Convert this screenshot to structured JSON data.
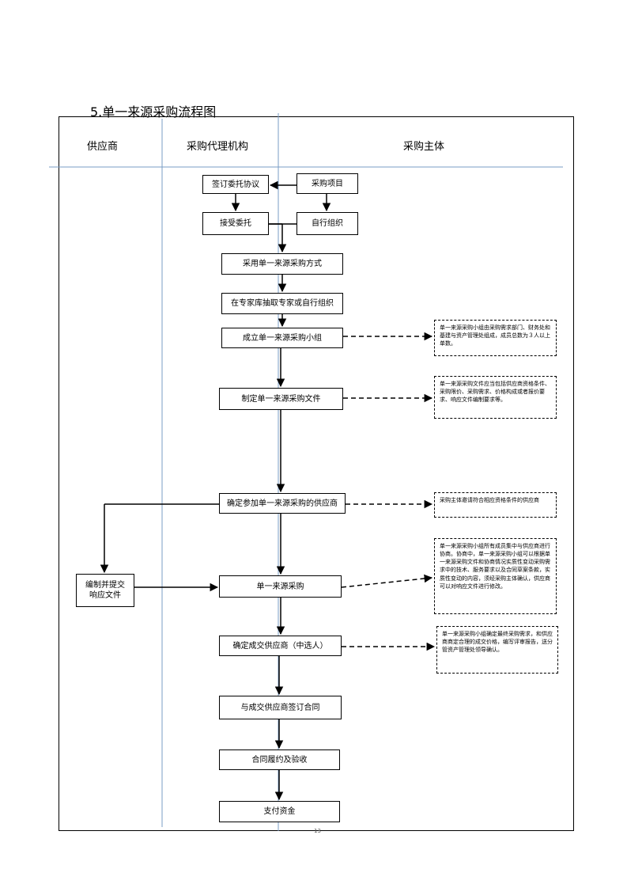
{
  "title": "5.单一来源采购流程图",
  "columns": {
    "supplier": "供应商",
    "agency": "采购代理机构",
    "purchaser": "采购主体"
  },
  "steps": {
    "sign_agreement": "签订委托协议",
    "project": "采购项目",
    "accept": "接受委托",
    "self_org": "自行组织",
    "adopt_method": "采用单一来源采购方式",
    "draw_experts": "在专家库抽取专家或自行组织",
    "form_group": "成立单一来源采购小组",
    "make_doc": "制定单一来源采购文件",
    "confirm_supplier": "确定参加单一来源采购的供应商",
    "submit_doc": "编制并提交响应文件",
    "procure": "单一来源采购",
    "confirm_winner": "确定成交供应商（中选人）",
    "sign_contract": "与成交供应商签订合同",
    "perform": "合同履约及验收",
    "pay": "支付资金"
  },
  "notes": {
    "group": "单一来源采购小组由采购需求部门、财务处和基建与资产管理处组成，成员总数为３人以上单数。",
    "doc": "单一来源采购文件应当包括供应商资格条件、采购限价、采购需求、价格构成或者报价要求、响应文件编制要求等。",
    "invite": "采购主体邀请符合相应资格条件的供应商",
    "negotiate": "单一来源采购小组所有成员集中与供应商进行协商。协商中，单一来源采购小组可以根据单一来源采购文件和协商情况实质性变动采购需求中的技术、服务要求以及合同草案条款，实质性变动的内容，须经采购主体确认，供应商可以对响应文件进行修改。",
    "winner": "单一来源采购小组确定最终采购需求，和供应商商定合理的成交价格，编写评审报告，送分管资产管理处领导确认。"
  },
  "page_number": "13"
}
